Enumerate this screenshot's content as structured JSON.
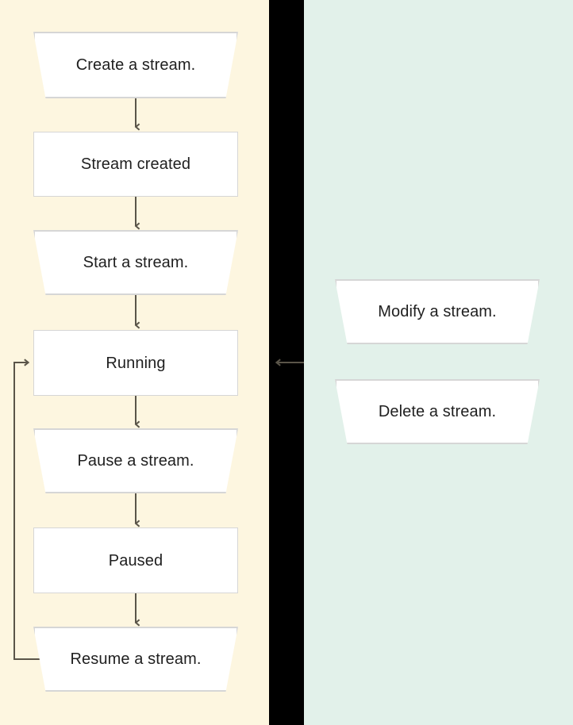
{
  "diagram": {
    "title": "Stream lifecycle flowchart",
    "colors": {
      "left_panel_background": "#fdf6e0",
      "right_panel_background": "#e2f1ea",
      "divider_background": "#000000",
      "node_fill": "#ffffff",
      "node_border": "#d6d6d6",
      "edge_stroke": "#5a5549",
      "text": "#1f1f1f"
    },
    "left_panel": {
      "name": "stream-lifecycle-column",
      "nodes": [
        {
          "id": "create-a-stream",
          "label": "Create a stream.",
          "shape": "trapezoid"
        },
        {
          "id": "stream-created",
          "label": "Stream created",
          "shape": "rectangle"
        },
        {
          "id": "start-a-stream",
          "label": "Start a stream.",
          "shape": "trapezoid"
        },
        {
          "id": "running",
          "label": "Running",
          "shape": "rectangle"
        },
        {
          "id": "pause-a-stream",
          "label": "Pause a stream.",
          "shape": "trapezoid"
        },
        {
          "id": "paused",
          "label": "Paused",
          "shape": "rectangle"
        },
        {
          "id": "resume-a-stream",
          "label": "Resume a stream.",
          "shape": "trapezoid"
        }
      ],
      "edges": [
        {
          "from": "create-a-stream",
          "to": "stream-created",
          "kind": "arrow-down"
        },
        {
          "from": "stream-created",
          "to": "start-a-stream",
          "kind": "arrow-down"
        },
        {
          "from": "start-a-stream",
          "to": "running",
          "kind": "arrow-down"
        },
        {
          "from": "running",
          "to": "pause-a-stream",
          "kind": "arrow-down"
        },
        {
          "from": "pause-a-stream",
          "to": "paused",
          "kind": "arrow-down"
        },
        {
          "from": "paused",
          "to": "resume-a-stream",
          "kind": "arrow-down"
        },
        {
          "from": "resume-a-stream",
          "to": "running",
          "kind": "loop-back-left"
        }
      ]
    },
    "right_panel": {
      "name": "stream-operations-column",
      "nodes": [
        {
          "id": "modify-a-stream",
          "label": "Modify a stream.",
          "shape": "trapezoid"
        },
        {
          "id": "delete-a-stream",
          "label": "Delete a stream.",
          "shape": "trapezoid"
        }
      ],
      "edges": [
        {
          "from": "stream-operations-column",
          "to": "running",
          "kind": "arrow-left"
        }
      ]
    }
  }
}
